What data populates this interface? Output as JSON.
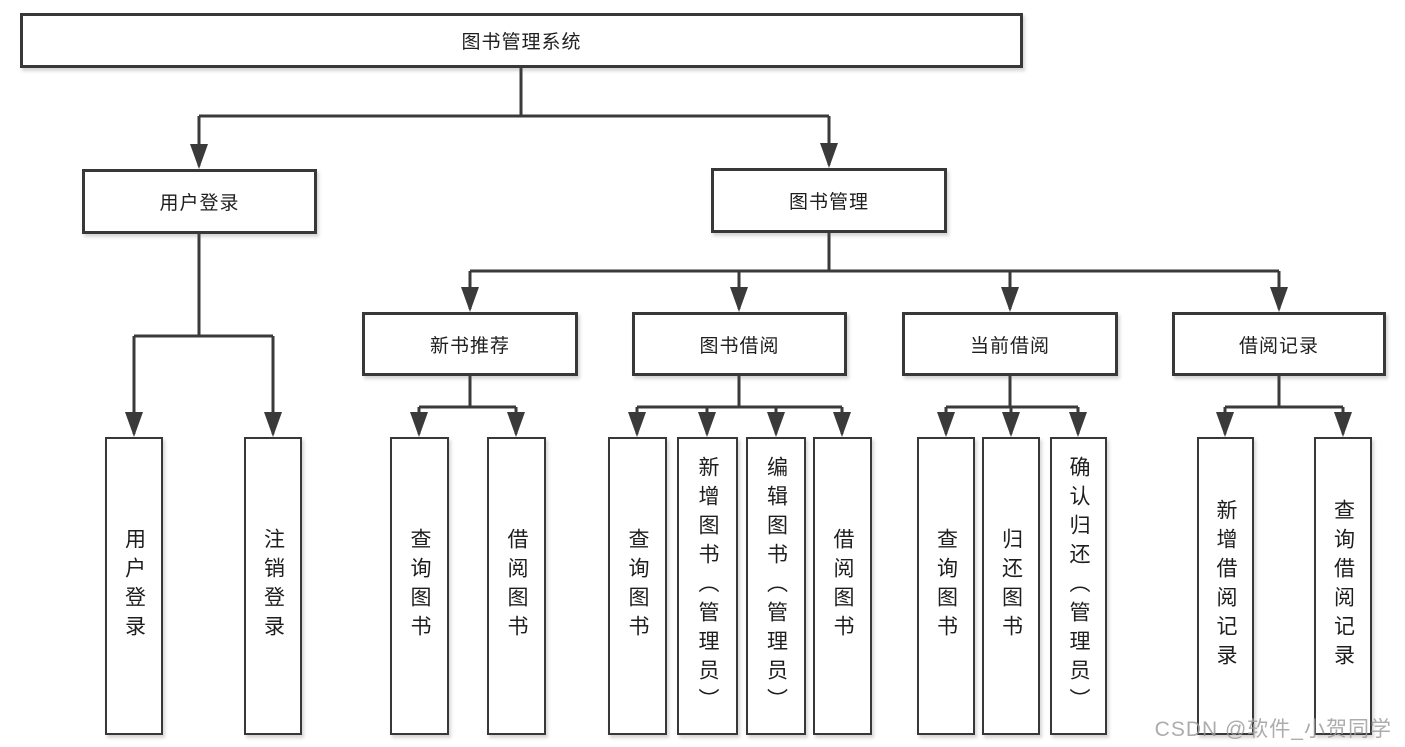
{
  "title": "图书管理系统",
  "watermark": "CSDN @软件_小贺同学",
  "colors": {
    "line": "#3a3a3a",
    "border": "#383838",
    "text": "#1e1e1e",
    "box_bg": "#ffffff",
    "watermark": "#9e9e9e"
  },
  "nodes": {
    "root": {
      "label": "图书管理系统"
    },
    "login": {
      "label": "用户登录"
    },
    "mgmt": {
      "label": "图书管理"
    },
    "rec": {
      "label": "新书推荐"
    },
    "borrow": {
      "label": "图书借阅"
    },
    "current": {
      "label": "当前借阅"
    },
    "records": {
      "label": "借阅记录"
    },
    "login_user": {
      "label": "用户登录"
    },
    "login_logout": {
      "label": "注销登录"
    },
    "rec_query": {
      "label": "查询图书"
    },
    "rec_borrow": {
      "label": "借阅图书"
    },
    "borrow_query": {
      "label": "查询图书"
    },
    "borrow_add": {
      "label": "新增图书（管理员）"
    },
    "borrow_edit": {
      "label": "编辑图书（管理员）"
    },
    "borrow_borrow": {
      "label": "借阅图书"
    },
    "current_query": {
      "label": "查询图书"
    },
    "current_return": {
      "label": "归还图书"
    },
    "current_confirm": {
      "label": "确认归还（管理员）"
    },
    "records_add": {
      "label": "新增借阅记录"
    },
    "records_query": {
      "label": "查询借阅记录"
    }
  },
  "tree": {
    "图书管理系统": {
      "用户登录": [
        "用户登录",
        "注销登录"
      ],
      "图书管理": {
        "新书推荐": [
          "查询图书",
          "借阅图书"
        ],
        "图书借阅": [
          "查询图书",
          "新增图书（管理员）",
          "编辑图书（管理员）",
          "借阅图书"
        ],
        "当前借阅": [
          "查询图书",
          "归还图书",
          "确认归还（管理员）"
        ],
        "借阅记录": [
          "新增借阅记录",
          "查询借阅记录"
        ]
      }
    }
  }
}
